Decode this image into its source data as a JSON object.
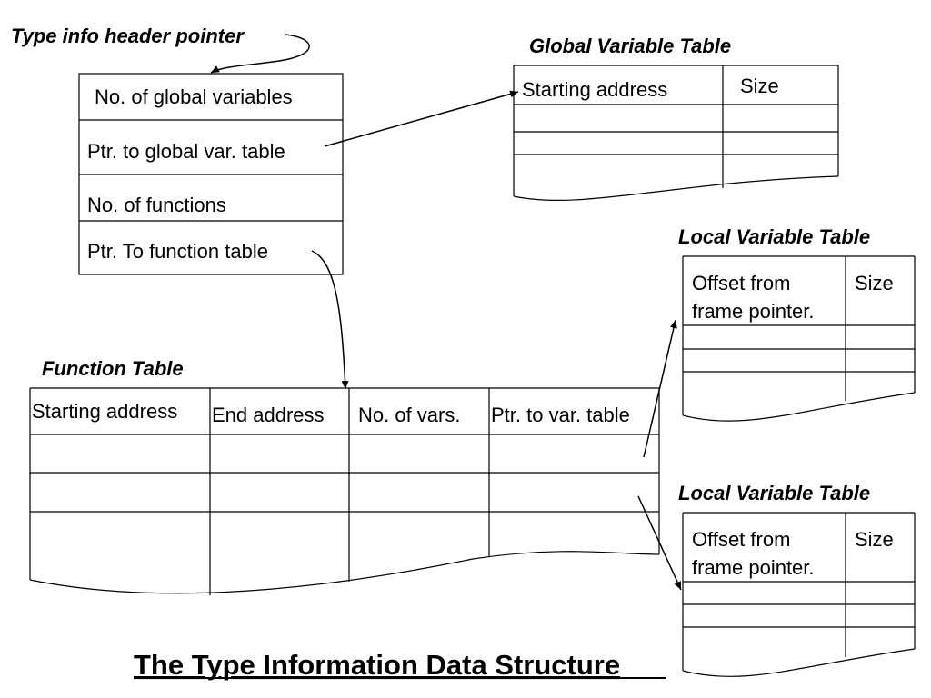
{
  "header_pointer_label": "Type info header pointer",
  "header_block": {
    "fields": [
      "No. of global variables",
      "Ptr. to global var. table",
      "No. of functions",
      "Ptr. To function table"
    ]
  },
  "global_table": {
    "title": "Global Variable Table",
    "columns": [
      "Starting address",
      "Size"
    ]
  },
  "function_table": {
    "title": "Function Table",
    "columns": [
      "Starting address",
      "End address",
      "No. of vars.",
      "Ptr. to var. table"
    ]
  },
  "local_tables": [
    {
      "title": "Local Variable Table",
      "col1_line1": "Offset from",
      "col1_line2": "frame pointer.",
      "col2": "Size"
    },
    {
      "title": "Local Variable Table",
      "col1_line1": "Offset from",
      "col1_line2": "frame pointer.",
      "col2": "Size"
    }
  ],
  "main_title": "The Type Information Data Structure",
  "colors": {
    "line": "#000000",
    "background": "#ffffff"
  }
}
